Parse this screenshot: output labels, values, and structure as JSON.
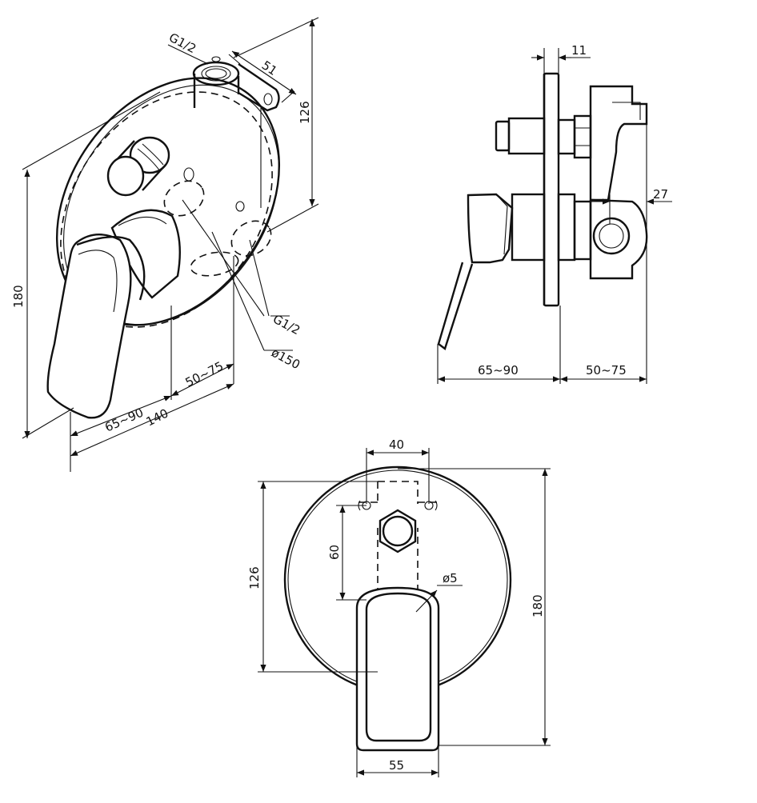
{
  "views": {
    "iso": {
      "thread_top": "G1/2",
      "width_51": "51",
      "height_126": "126",
      "height_180": "180",
      "thread_side": "G1/2",
      "diameter": "ø150",
      "depth_range": "50~75",
      "length_140": "140",
      "lever_range": "65~90"
    },
    "side": {
      "plate_11": "11",
      "offset_27": "27",
      "lever_range": "65~90",
      "depth_range": "50~75"
    },
    "front": {
      "width_40": "40",
      "height_60": "60",
      "hole_dia": "ø5",
      "height_126": "126",
      "height_180": "180",
      "width_55": "55"
    }
  },
  "colors": {
    "line": "#111111",
    "background": "#ffffff"
  }
}
